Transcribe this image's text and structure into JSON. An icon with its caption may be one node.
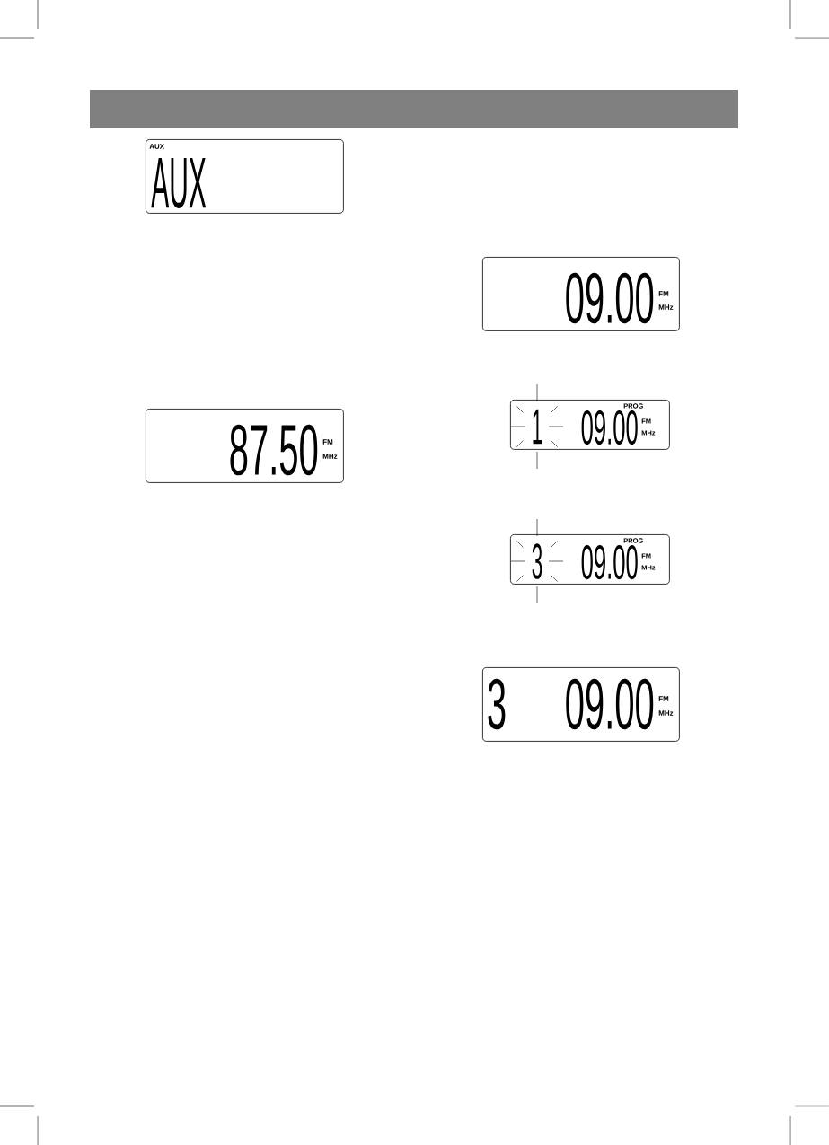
{
  "diagram": {
    "nodes": [
      {
        "text": [
          "AUX",
          "AUX"
        ]
      },
      {
        "text": [
          "09.00",
          "FM",
          "MHz"
        ]
      },
      {
        "text": [
          "PROG",
          "1",
          "09.00",
          "FM",
          "MHz"
        ]
      },
      {
        "text": [
          "87.50",
          "FM",
          "MHz"
        ]
      },
      {
        "text": [
          "PROG",
          "3",
          "09.00",
          "FM",
          "MHz"
        ]
      },
      {
        "text": [
          "3",
          "09.00",
          "FM",
          "MHz"
        ]
      }
    ]
  }
}
